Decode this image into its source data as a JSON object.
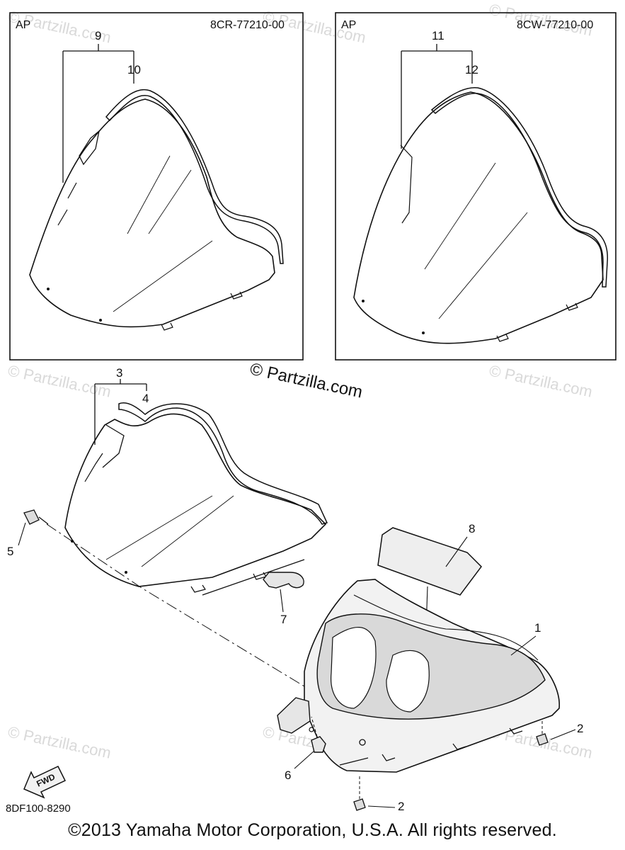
{
  "watermark": "© Partzilla.com",
  "center_watermark": "© Partzilla.com",
  "panels": [
    {
      "region": "AP",
      "part_no": "8CR-77210-00",
      "bracket_callout": "9",
      "sub_callout": "10"
    },
    {
      "region": "AP",
      "part_no": "8CW-77210-00",
      "bracket_callout": "11",
      "sub_callout": "12"
    }
  ],
  "callouts": {
    "c1": "1",
    "c2a": "2",
    "c2b": "2",
    "c3": "3",
    "c4": "4",
    "c5": "5",
    "c6": "6",
    "c7": "7",
    "c8": "8"
  },
  "fwd_label": "FWD",
  "diagram_code": "8DF100-8290",
  "footer": "©2013  Yamaha Motor Corporation, U.S.A. All rights reserved."
}
